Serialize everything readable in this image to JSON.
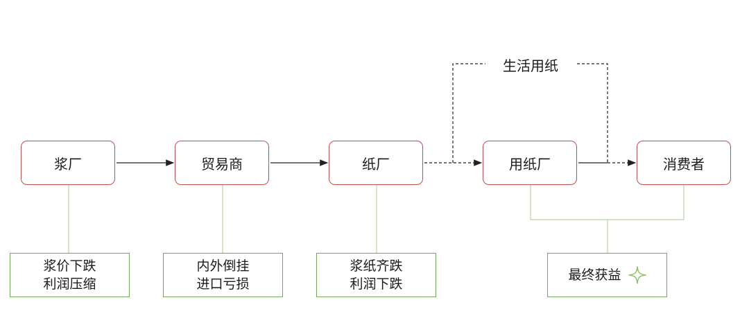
{
  "colors": {
    "node_border": "#c0504d",
    "note_border": "#70a856",
    "connector": "#b7d3a4",
    "arrow": "#222222",
    "sparkle": "#8cc06a"
  },
  "top_label": "生活用纸",
  "nodes": [
    {
      "id": "pulp-mill",
      "label": "浆厂"
    },
    {
      "id": "trader",
      "label": "贸易商"
    },
    {
      "id": "paper-mill",
      "label": "纸厂"
    },
    {
      "id": "paper-user",
      "label": "用纸厂"
    },
    {
      "id": "consumer",
      "label": "消费者"
    }
  ],
  "notes": [
    {
      "lines": [
        "浆价下跌",
        "利润压缩"
      ]
    },
    {
      "lines": [
        "内外倒挂",
        "进口亏损"
      ]
    },
    {
      "lines": [
        "浆纸齐跌",
        "利润下跌"
      ]
    },
    {
      "lines": [
        "最终获益"
      ],
      "icon": "sparkle-icon"
    }
  ]
}
